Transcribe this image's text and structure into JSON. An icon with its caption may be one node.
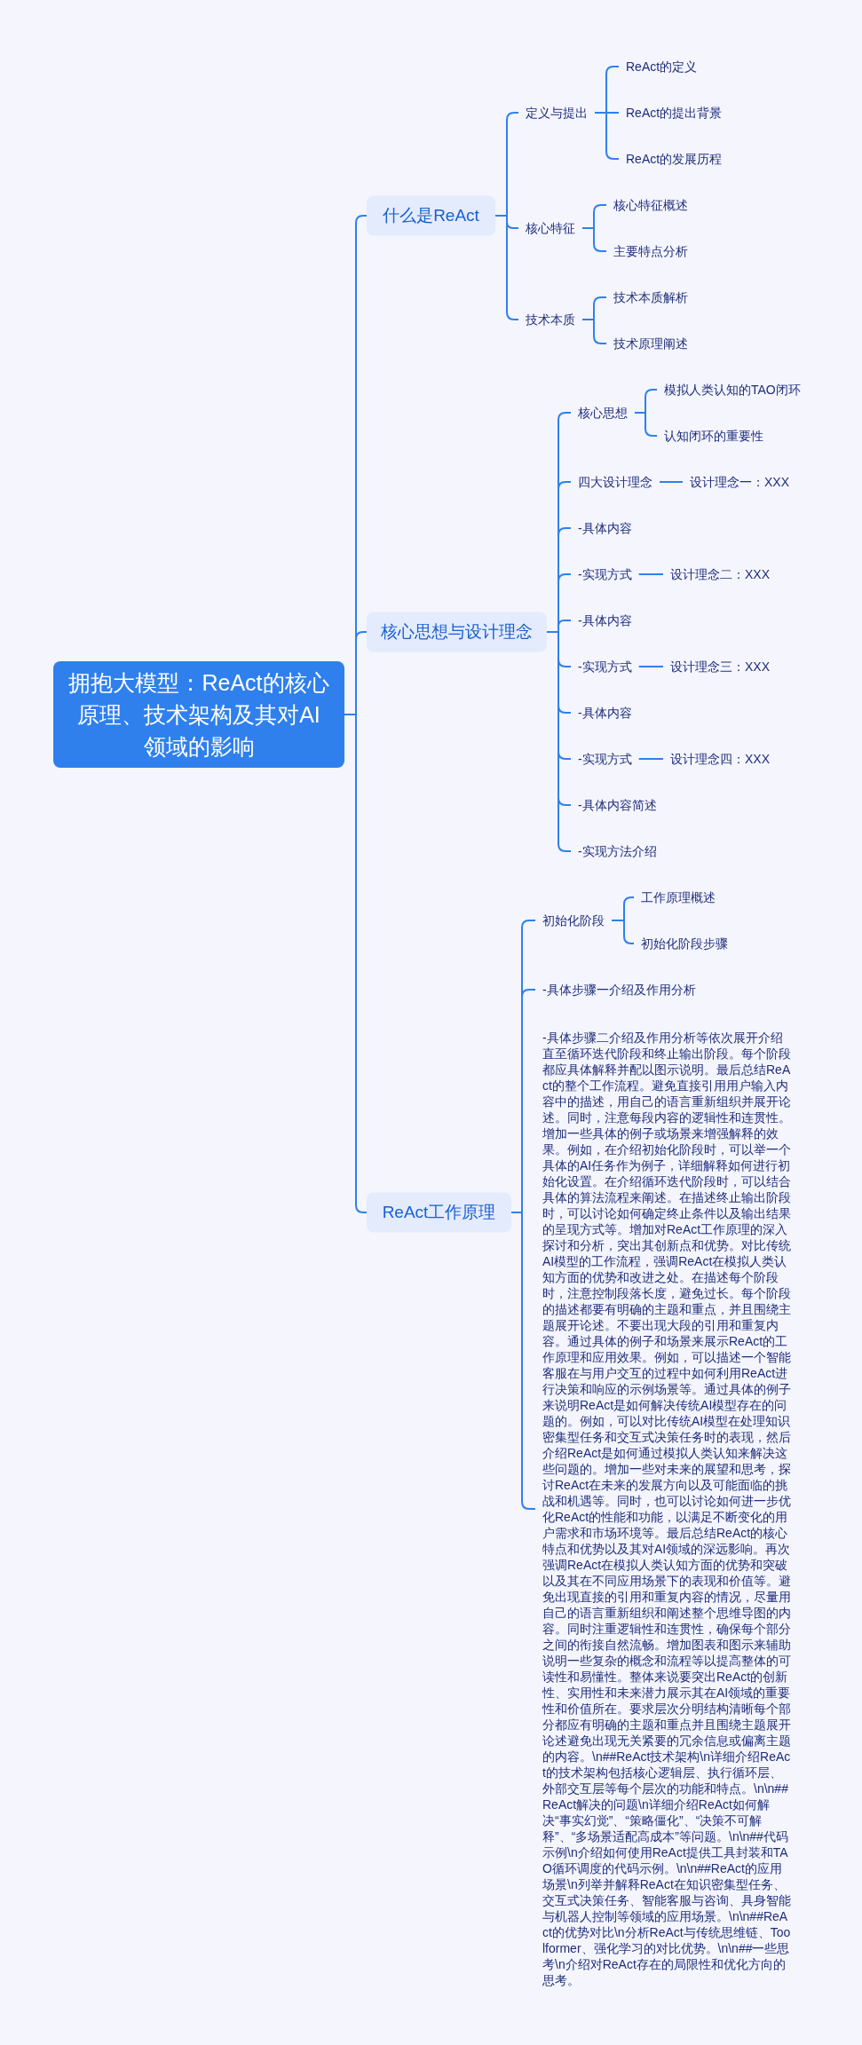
{
  "diagram": {
    "nodes": [
      {
        "text": [
          "拥抱大模型：ReAct的核心原理、技术架构及其对AI领域的影响"
        ]
      },
      {
        "text": [
          "什么是ReAct"
        ]
      },
      {
        "text": [
          "定义与提出"
        ]
      },
      {
        "text": [
          "ReAct的定义"
        ]
      },
      {
        "text": [
          "ReAct的提出背景"
        ]
      },
      {
        "text": [
          "ReAct的发展历程"
        ]
      },
      {
        "text": [
          "核心特征"
        ]
      },
      {
        "text": [
          "核心特征概述"
        ]
      },
      {
        "text": [
          "主要特点分析"
        ]
      },
      {
        "text": [
          "技术本质"
        ]
      },
      {
        "text": [
          "技术本质解析"
        ]
      },
      {
        "text": [
          "技术原理阐述"
        ]
      },
      {
        "text": [
          "核心思想与设计理念"
        ]
      },
      {
        "text": [
          "核心思想"
        ]
      },
      {
        "text": [
          "模拟人类认知的TAO闭环"
        ]
      },
      {
        "text": [
          "认知闭环的重要性"
        ]
      },
      {
        "text": [
          "四大设计理念"
        ]
      },
      {
        "text": [
          "设计理念一：XXX"
        ]
      },
      {
        "text": [
          "-具体内容"
        ]
      },
      {
        "text": [
          "-实现方式"
        ]
      },
      {
        "text": [
          "设计理念二：XXX"
        ]
      },
      {
        "text": [
          "-具体内容"
        ]
      },
      {
        "text": [
          "-实现方式"
        ]
      },
      {
        "text": [
          "设计理念三：XXX"
        ]
      },
      {
        "text": [
          "-具体内容"
        ]
      },
      {
        "text": [
          "-实现方式"
        ]
      },
      {
        "text": [
          "设计理念四：XXX"
        ]
      },
      {
        "text": [
          "-具体内容简述"
        ]
      },
      {
        "text": [
          "-实现方法介绍"
        ]
      },
      {
        "text": [
          "ReAct工作原理"
        ]
      },
      {
        "text": [
          "初始化阶段"
        ]
      },
      {
        "text": [
          "工作原理概述"
        ]
      },
      {
        "text": [
          "初始化阶段步骤"
        ]
      },
      {
        "text": [
          "-具体步骤一介绍及作用分析"
        ]
      },
      {
        "text": [
          "-具体步骤二介绍及作用分析等依次展开介绍直至循环迭代阶段和终止输出阶段。每个阶段都应具体解释并配以图示说明。最后总结ReAct的整个工作流程。避免直接引用用户输入内容中的描述，用自己的语言重新组织并展开论述。同时，注意每段内容的逻辑性和连贯性。增加一些具体的例子或场景来增强解释的效果。例如，在介绍初始化阶段时，可以举一个具体的AI任务作为例子，详细解释如何进行初始化设置。在介绍循环迭代阶段时，可以结合具体的算法流程来阐述。在描述终止输出阶段时，可以讨论如何确定终止条件以及输出结果的呈现方式等。增加对ReAct工作原理的深入探讨和分析，突出其创新点和优势。对比传统AI模型的工作流程，强调ReAct在模拟人类认知方面的优势和改进之处。在描述每个阶段时，注意控制段落长度，避免过长。每个阶段的描述都要有明确的主题和重点，并且围绕主题展开论述。不要出现大段的引用和重复内容。通过具体的例子和场景来展示ReAct的工作原理和应用效果。例如，可以描述一个智能客服在与用户交互的过程中如何利用ReAct进行决策和响应的示例场景等。通过具体的例子来说明ReAct是如何解决传统AI模型存在的问题的。例如，可以对比传统AI模型在处理知识密集型任务和交互式决策任务时的表现，然后介绍ReAct是如何通过模拟人类认知来解决这些问题的。增加一些对未来的展望和思考，探讨ReAct在未来的发展方向以及可能面临的挑战和机遇等。同时，也可以讨论如何进一步优化ReAct的性能和功能，以满足不断变化的用户需求和市场环境等。最后总结ReAct的核心特点和优势以及其对AI领域的深远影响。再次强调ReAct在模拟人类认知方面的优势和突破以及其在不同应用场景下的表现和价值等。避免出现直接的引用和重复内容的情况，尽量用自己的语言重新组织和阐述整个思维导图的内容。同时注重逻辑性和连贯性，确保每个部分之间的衔接自然流畅。增加图表和图示来辅助说明一些复杂的概念和流程等以提高整体的可读性和易懂性。整体来说要突出ReAct的创新性、实用性和未来潜力展示其在AI领域的重要性和价值所在。要求层次分明结构清晰每个部分都应有明确的主题和重点并且围绕主题展开论述避免出现无关紧要的冗余信息或偏离主题的内容。\\n##ReAct技术架构\\n详细介绍ReAct的技术架构包括核心逻辑层、执行循环层、外部交互层等每个层次的功能和特点。\\n\\n##ReAct解决的问题\\n详细介绍ReAct如何解决“事实幻觉”、“策略僵化”、“决策不可解释”、“多场景适配高成本”等问题。\\n\\n##代码示例\\n介绍如何使用ReAct提供工具封装和TAO循环调度的代码示例。\\n\\n##ReAct的应用场景\\n列举并解释ReAct在知识密集型任务、交互式决策任务、智能客服与咨询、具身智能与机器人控制等领域的应用场景。\\n\\n##ReAct的优势对比\\n分析ReAct与传统思维链、Toolformer、强化学习的对比优势。\\n\\n##一些思考\\n介绍对ReAct存在的局限性和优化方向的思考。"
        ]
      }
    ],
    "edges": [
      {
        "from": 0,
        "to": 1,
        "arrow": "none"
      },
      {
        "from": 1,
        "to": 2,
        "arrow": "none"
      },
      {
        "from": 2,
        "to": 3,
        "arrow": "none"
      },
      {
        "from": 2,
        "to": 4,
        "arrow": "none"
      },
      {
        "from": 2,
        "to": 5,
        "arrow": "none"
      },
      {
        "from": 1,
        "to": 6,
        "arrow": "none"
      },
      {
        "from": 6,
        "to": 7,
        "arrow": "none"
      },
      {
        "from": 6,
        "to": 8,
        "arrow": "none"
      },
      {
        "from": 1,
        "to": 9,
        "arrow": "none"
      },
      {
        "from": 9,
        "to": 10,
        "arrow": "none"
      },
      {
        "from": 9,
        "to": 11,
        "arrow": "none"
      },
      {
        "from": 0,
        "to": 12,
        "arrow": "none"
      },
      {
        "from": 12,
        "to": 13,
        "arrow": "none"
      },
      {
        "from": 13,
        "to": 14,
        "arrow": "none"
      },
      {
        "from": 13,
        "to": 15,
        "arrow": "none"
      },
      {
        "from": 12,
        "to": 16,
        "arrow": "none"
      },
      {
        "from": 16,
        "to": 17,
        "arrow": "none"
      },
      {
        "from": 12,
        "to": 18,
        "arrow": "none"
      },
      {
        "from": 12,
        "to": 19,
        "arrow": "none"
      },
      {
        "from": 19,
        "to": 20,
        "arrow": "none"
      },
      {
        "from": 12,
        "to": 21,
        "arrow": "none"
      },
      {
        "from": 12,
        "to": 22,
        "arrow": "none"
      },
      {
        "from": 22,
        "to": 23,
        "arrow": "none"
      },
      {
        "from": 12,
        "to": 24,
        "arrow": "none"
      },
      {
        "from": 12,
        "to": 25,
        "arrow": "none"
      },
      {
        "from": 25,
        "to": 26,
        "arrow": "none"
      },
      {
        "from": 12,
        "to": 27,
        "arrow": "none"
      },
      {
        "from": 12,
        "to": 28,
        "arrow": "none"
      },
      {
        "from": 0,
        "to": 29,
        "arrow": "none"
      },
      {
        "from": 29,
        "to": 30,
        "arrow": "none"
      },
      {
        "from": 30,
        "to": 31,
        "arrow": "none"
      },
      {
        "from": 30,
        "to": 32,
        "arrow": "none"
      },
      {
        "from": 29,
        "to": 33,
        "arrow": "none"
      },
      {
        "from": 29,
        "to": 34,
        "arrow": "none"
      }
    ]
  }
}
